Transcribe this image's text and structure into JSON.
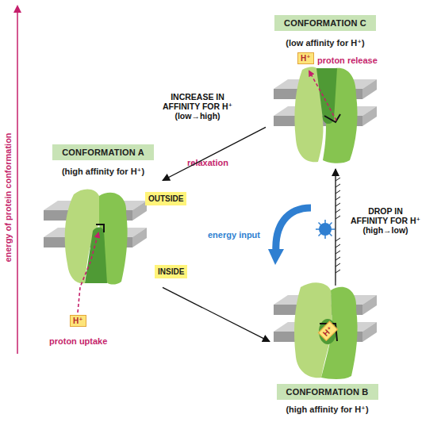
{
  "diagram": {
    "nodes": [
      {
        "text": [
          "CONFORMATION A",
          "(high affinity for H⁺)"
        ]
      },
      {
        "text": [
          "CONFORMATION B",
          "(high affinity for H⁺)"
        ]
      },
      {
        "text": [
          "CONFORMATION C",
          "(low affinity for H⁺)"
        ]
      }
    ],
    "edges": [
      {
        "from": 0,
        "to": 1,
        "arrow": "to"
      },
      {
        "from": 1,
        "to": 2,
        "label": "DROP IN AFFINITY FOR H⁺ (high→low)",
        "arrow": "to"
      },
      {
        "from": 2,
        "to": 0,
        "label": "INCREASE IN AFFINITY FOR H⁺ (low→high)",
        "arrow": "to"
      }
    ],
    "labels": [
      "energy of protein conformation",
      "OUTSIDE",
      "INSIDE",
      "H⁺",
      "proton uptake",
      "relaxation",
      "energy input",
      "H⁺",
      "H⁺",
      "proton release"
    ]
  }
}
